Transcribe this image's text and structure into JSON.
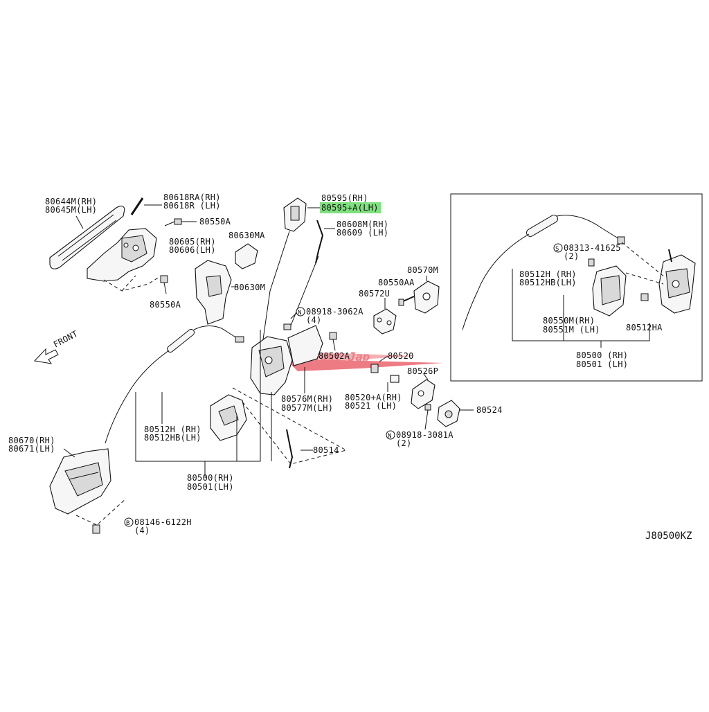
{
  "diagram_code": "J80500KZ",
  "front_label": "FRONT",
  "highlight_color": "#7fe07f",
  "watermark_text": "Just Jap",
  "labels": {
    "p80644m": "80644M(RH)",
    "p80645m": "80645M(LH)",
    "p80618ra": "80618RA(RH)",
    "p80618r": "80618R (LH)",
    "p80550a_top": "80550A",
    "p80605": "80605(RH)",
    "p80606": "80606(LH)",
    "p80630ma": "80630MA",
    "p80630m": "80630M",
    "p80550a_bot": "80550A",
    "p80595": "80595(RH)",
    "p80595a": "80595+A(LH)",
    "p80608m": "80608M(RH)",
    "p80609": "80609 (LH)",
    "p80570m": "80570M",
    "p80550aa": "80550AA",
    "p80572u": "80572U",
    "p08918_3062a": "08918-3062A",
    "p08918_3062a_qty": "(4)",
    "p80502a": "80502A",
    "p80520": "80520",
    "p80526p": "80526P",
    "p80576m": "80576M(RH)",
    "p80577m": "80577M(LH)",
    "p80520a": "80520+A(RH)",
    "p80521": "80521 (LH)",
    "p80524": "80524",
    "p08918_3081a": "08918-3081A",
    "p08918_3081a_qty": "(2)",
    "p80514": "80514",
    "p80512h": "80512H  (RH)",
    "p80512hb": "80512HB(LH)",
    "p80500": "80500(RH)",
    "p80501": "80501(LH)",
    "p80670": "80670(RH)",
    "p80671": "80671(LH)",
    "p08146": "08146-6122H",
    "p08146_qty": "(4)",
    "in_08313": "08313-41625",
    "in_08313_qty": "(2)",
    "in_80512h": "80512H  (RH)",
    "in_80512hb": "80512HB(LH)",
    "in_80550m": "80550M(RH)",
    "in_80551m": "80551M (LH)",
    "in_80512ha": "80512HA",
    "in_80500": "80500 (RH)",
    "in_80501": "80501 (LH)"
  },
  "prefix_symbols": {
    "n": "N",
    "b": "B",
    "s": "S"
  }
}
